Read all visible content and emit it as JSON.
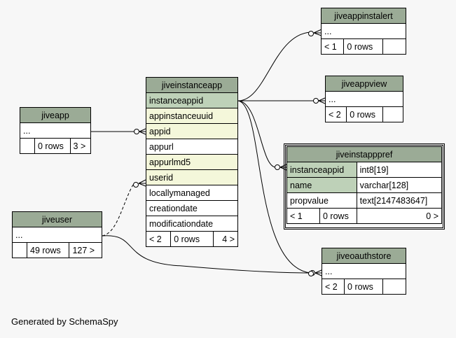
{
  "footer": "Generated by SchemaSpy",
  "tables": {
    "jiveappinstalert": {
      "name": "jiveappinstalert",
      "dots": "...",
      "rows_prefix": "< 1",
      "rows": "0 rows",
      "children": ""
    },
    "jiveappview": {
      "name": "jiveappview",
      "dots": "...",
      "rows_prefix": "< 2",
      "rows": "0 rows",
      "children": ""
    },
    "jiveapp": {
      "name": "jiveapp",
      "dots": "...",
      "rows_prefix": "",
      "rows": "0 rows",
      "children": "3 >"
    },
    "jiveinstanceapp": {
      "name": "jiveinstanceapp",
      "columns": [
        "instanceappid",
        "appinstanceuuid",
        "appid",
        "appurl",
        "appurlmd5",
        "userid",
        "locallymanaged",
        "creationdate",
        "modificationdate"
      ],
      "rows_prefix": "< 2",
      "rows": "0 rows",
      "children": "4 >"
    },
    "jiveinstapppref": {
      "name": "jiveinstapppref",
      "columns": [
        {
          "name": "instanceappid",
          "type": "int8[19]"
        },
        {
          "name": "name",
          "type": "varchar[128]"
        },
        {
          "name": "propvalue",
          "type": "text[2147483647]"
        }
      ],
      "rows_prefix": "< 1",
      "rows": "0 rows",
      "children": "0 >"
    },
    "jiveuser": {
      "name": "jiveuser",
      "dots": "...",
      "rows_prefix": "",
      "rows": "49 rows",
      "children": "127 >"
    },
    "jiveoauthstore": {
      "name": "jiveoauthstore",
      "dots": "...",
      "rows_prefix": "< 2",
      "rows": "0 rows",
      "children": ""
    }
  }
}
